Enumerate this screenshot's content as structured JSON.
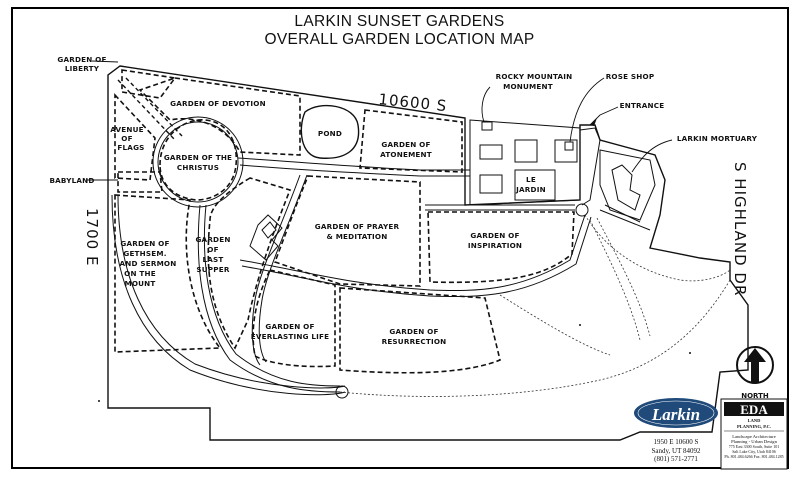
{
  "title": {
    "line1": "LARKIN SUNSET GARDENS",
    "line2": "OVERALL GARDEN LOCATION MAP"
  },
  "gardens": {
    "liberty": [
      "GARDEN OF",
      "LIBERTY"
    ],
    "devotion": "GARDEN OF DEVOTION",
    "avenue": [
      "AVENUE",
      "OF",
      "FLAGS"
    ],
    "christus": [
      "GARDEN OF THE",
      "CHRISTUS"
    ],
    "babyland": "BABYLAND",
    "pond": "POND",
    "atonement": [
      "GARDEN OF",
      "ATONEMENT"
    ],
    "prayer": [
      "GARDEN OF PRAYER",
      "& MEDITATION"
    ],
    "inspiration": [
      "GARDEN OF",
      "INSPIRATION"
    ],
    "last_supper": [
      "GARDEN",
      "OF",
      "LAST",
      "SUPPER"
    ],
    "gethsemane": [
      "GARDEN OF",
      "GETHSEM.",
      "AND SERMON",
      "ON THE",
      "MOUNT"
    ],
    "everlasting": [
      "GARDEN OF",
      "EVERLASTING LIFE"
    ],
    "resurrection": [
      "GARDEN OF",
      "RESURRECTION"
    ],
    "le_jardin": [
      "LE",
      "JARDIN"
    ]
  },
  "landmarks": {
    "monument": [
      "ROCKY MOUNTAIN",
      "MONUMENT"
    ],
    "rose_shop": "ROSE SHOP",
    "entrance": "ENTRANCE",
    "mortuary": "LARKIN MORTUARY"
  },
  "streets": {
    "north": "10600 S",
    "east": "S HIGHLAND DR",
    "west": "1700 E"
  },
  "north_arrow": "NORTH",
  "larkin_logo": "Larkin",
  "address": [
    "1950 E 10600 S",
    "Sandy, UT 84092",
    "(801) 571-2771"
  ],
  "eda": {
    "logo": "EDA",
    "sub1": "LAND",
    "sub2": "PLANNING, P.C.",
    "line1": "Landscape Architecture",
    "line2": "Planning - Urban Design",
    "line3": "775 East 3300 South, Suite 101",
    "line4": "Salt Lake City, Utah 84106",
    "line5": "Ph. 801.484.6266  Fax. 801.484.1285"
  }
}
